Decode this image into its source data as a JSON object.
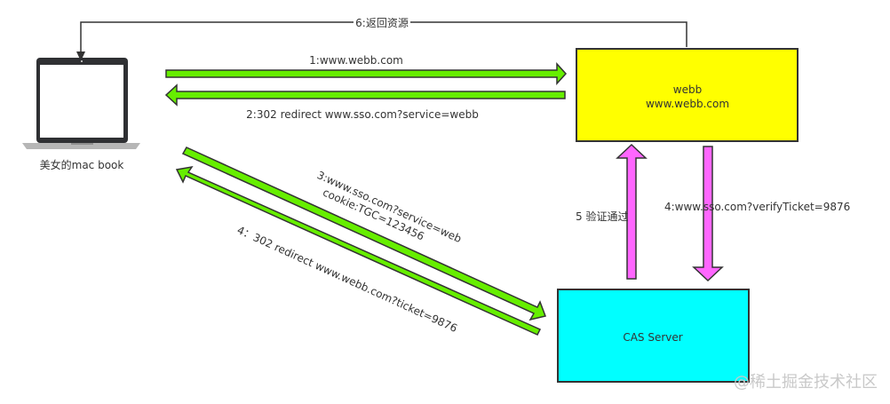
{
  "nodes": {
    "client": {
      "label": "美女的mac book"
    },
    "webb": {
      "line1": "webb",
      "line2": "www.webb.com",
      "fill": "#ffff00"
    },
    "cas": {
      "label": "CAS Server",
      "fill": "#00ffff"
    }
  },
  "edges": {
    "e1": {
      "label": "1:www.webb.com"
    },
    "e2": {
      "label": "2:302 redirect www.sso.com?service=webb"
    },
    "e3": {
      "line1": "3:www.sso.com?service=web",
      "line2": "cookie:TGC=123456"
    },
    "e4": {
      "label": "4：302 redirect www.webb.com?ticket=9876"
    },
    "e4b": {
      "label": "4:www.sso.com?verifyTicket=9876"
    },
    "e5": {
      "label": "5 验证通过"
    },
    "e6": {
      "label": "6:返回资源"
    }
  },
  "colors": {
    "green_arrow": "#66ee00",
    "pink_arrow": "#ff66ff",
    "stroke": "#333333"
  },
  "watermark": "@稀土掘金技术社区"
}
